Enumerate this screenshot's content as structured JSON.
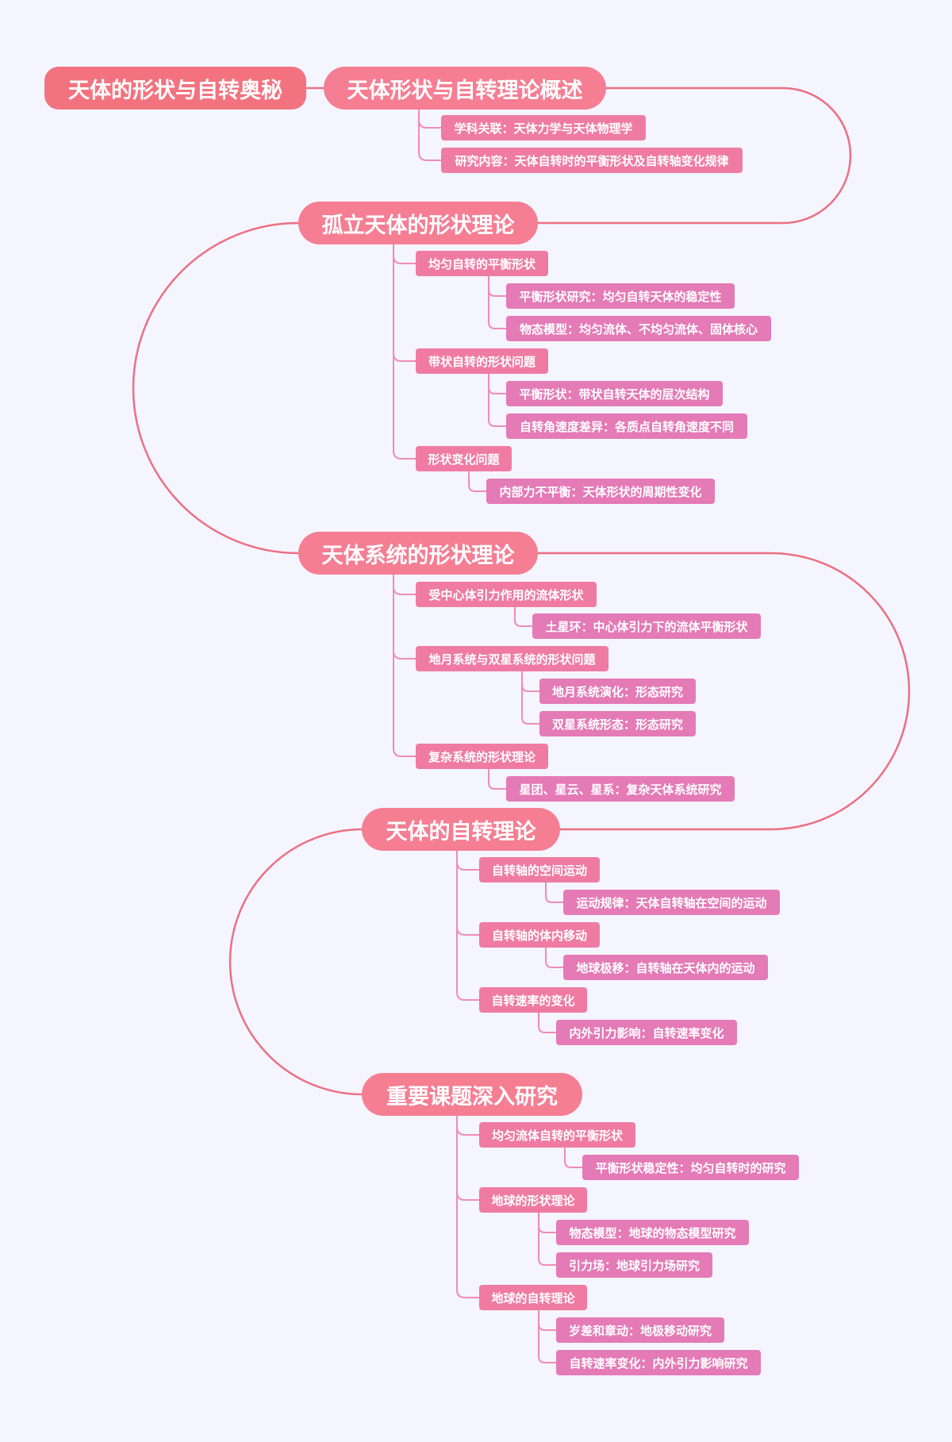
{
  "root": "天体的形状与自转奥秘",
  "colors": {
    "background": "#f4f5ff",
    "root": "#f2737f",
    "main": "#f57e93",
    "level2": "#ef7ba3",
    "level3": "#e47ab6",
    "main_connector": "#ec6f82",
    "branch_connector": "#f08cb4"
  },
  "sections": [
    {
      "title": "天体形状与自转理论概述",
      "items": [
        {
          "label": "学科关联：天体力学与天体物理学",
          "children": []
        },
        {
          "label": "研究内容：天体自转时的平衡形状及自转轴变化规律",
          "children": []
        }
      ]
    },
    {
      "title": "孤立天体的形状理论",
      "items": [
        {
          "label": "均匀自转的平衡形状",
          "children": [
            "平衡形状研究：均匀自转天体的稳定性",
            "物态模型：均匀流体、不均匀流体、固体核心"
          ]
        },
        {
          "label": "带状自转的形状问题",
          "children": [
            "平衡形状：带状自转天体的层次结构",
            "自转角速度差异：各质点自转角速度不同"
          ]
        },
        {
          "label": "形状变化问题",
          "children": [
            "内部力不平衡：天体形状的周期性变化"
          ]
        }
      ]
    },
    {
      "title": "天体系统的形状理论",
      "items": [
        {
          "label": "受中心体引力作用的流体形状",
          "children": [
            "土星环：中心体引力下的流体平衡形状"
          ]
        },
        {
          "label": "地月系统与双星系统的形状问题",
          "children": [
            "地月系统演化：形态研究",
            "双星系统形态：形态研究"
          ]
        },
        {
          "label": "复杂系统的形状理论",
          "children": [
            "星团、星云、星系：复杂天体系统研究"
          ]
        }
      ]
    },
    {
      "title": "天体的自转理论",
      "items": [
        {
          "label": "自转轴的空间运动",
          "children": [
            "运动规律：天体自转轴在空间的运动"
          ]
        },
        {
          "label": "自转轴的体内移动",
          "children": [
            "地球极移：自转轴在天体内的运动"
          ]
        },
        {
          "label": "自转速率的变化",
          "children": [
            "内外引力影响：自转速率变化"
          ]
        }
      ]
    },
    {
      "title": "重要课题深入研究",
      "items": [
        {
          "label": "均匀流体自转的平衡形状",
          "children": [
            "平衡形状稳定性：均匀自转时的研究"
          ]
        },
        {
          "label": "地球的形状理论",
          "children": [
            "物态模型：地球的物态模型研究",
            "引力场：地球引力场研究"
          ]
        },
        {
          "label": "地球的自转理论",
          "children": [
            "岁差和章动：地极移动研究",
            "自转速率变化：内外引力影响研究"
          ]
        }
      ]
    }
  ]
}
